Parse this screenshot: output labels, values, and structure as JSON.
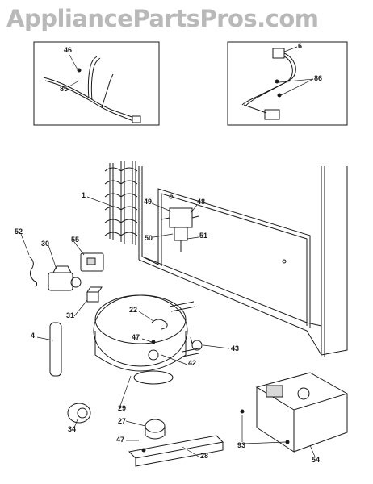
{
  "watermark": "AppliancePartsPros.com",
  "callouts": {
    "inset_left": [
      "46",
      "85"
    ],
    "inset_right": [
      "6",
      "86"
    ],
    "main": [
      "1",
      "49",
      "48",
      "50",
      "51",
      "52",
      "30",
      "55",
      "31",
      "22",
      "47",
      "42",
      "43",
      "4",
      "29",
      "34",
      "27",
      "47",
      "28",
      "93",
      "54"
    ]
  }
}
